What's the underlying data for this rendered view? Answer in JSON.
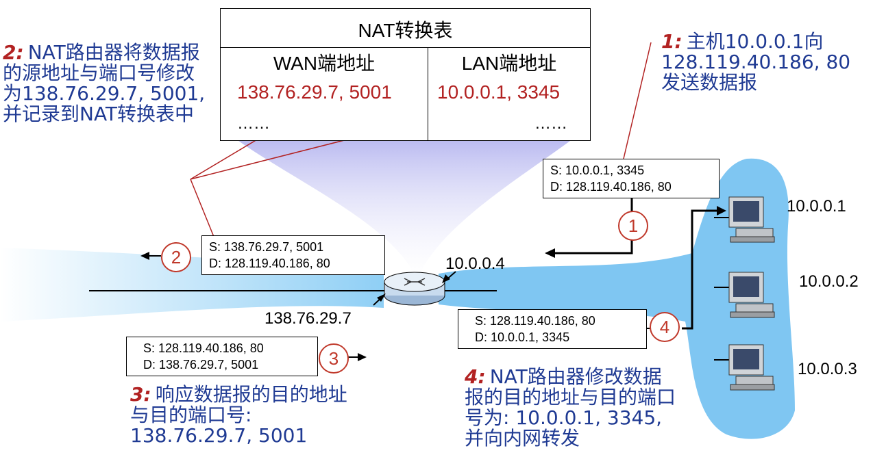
{
  "nat_table": {
    "title": "NAT转换表",
    "col_wan": "WAN端地址",
    "col_lan": "LAN端地址",
    "wan_value": "138.76.29.7, 5001",
    "lan_value": "10.0.0.1, 3345",
    "ellipsis": "……"
  },
  "annotations": {
    "step1_num": "1:",
    "step1_text": "主机10.0.0.1向 128.119.40.186, 80 发送数据报",
    "step2_num": "2:",
    "step2_text": "NAT路由器将数据报的源地址与端口号修改为138.76.29.7, 5001,并记录到NAT转换表中",
    "step3_num": "3:",
    "step3_text": "响应数据报的目的地址与目的端口号: 138.76.29.7, 5001",
    "step4_num": "4:",
    "step4_text": "NAT路由器修改数据报的目的地址与目的端口号为: 10.0.0.1, 3345, 并向内网转发"
  },
  "packets": {
    "p1": {
      "src": "S: 10.0.0.1, 3345",
      "dst": "D: 128.119.40.186, 80"
    },
    "p2": {
      "src": "S: 138.76.29.7, 5001",
      "dst": "D: 128.119.40.186, 80"
    },
    "p3": {
      "src": "S: 128.119.40.186, 80",
      "dst": "D: 138.76.29.7, 5001"
    },
    "p4": {
      "src": "S: 128.119.40.186, 80",
      "dst": "D: 10.0.0.1, 3345"
    }
  },
  "steps": [
    "1",
    "2",
    "3",
    "4"
  ],
  "labels": {
    "router_lan_ip": "10.0.0.4",
    "router_wan_ip": "138.76.29.7",
    "host1": "10.0.0.1",
    "host2": "10.0.0.2",
    "host3": "10.0.0.3"
  },
  "colors": {
    "accent_red": "#c0392b",
    "annotation_blue": "#1f3a93",
    "lan_blue": "#7fc6f2"
  }
}
